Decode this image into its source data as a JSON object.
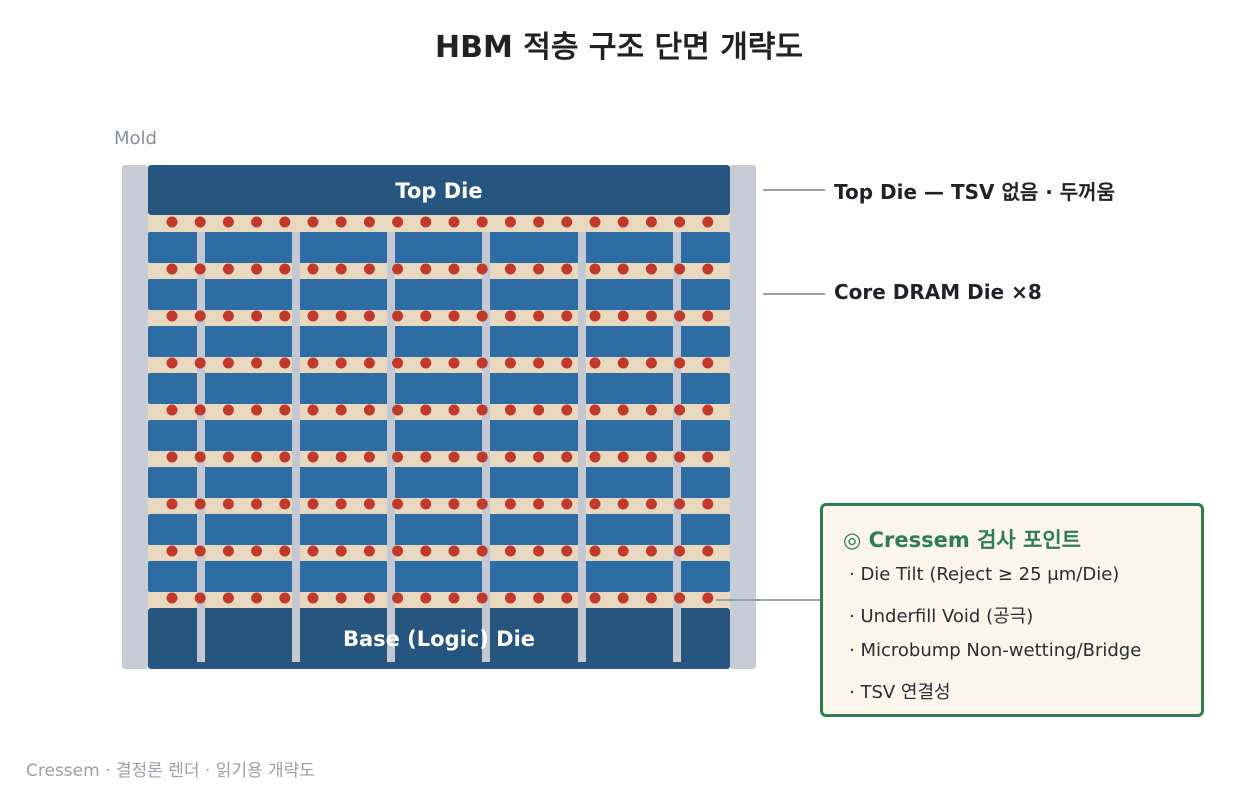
{
  "title": "HBM 적층 구조 단면 개략도",
  "mold_label": "Mold",
  "top_die_label": "Top Die",
  "base_die_label": "Base (Logic) Die",
  "callouts": {
    "top": "Top Die — TSV 없음 · 두꺼움",
    "core": "Core DRAM Die ×8"
  },
  "inspection": {
    "title": "◎ Cressem 검사 포인트",
    "items": [
      "· Die Tilt (Reject ≥ 25 μm/Die)",
      "· Underfill Void (공극)",
      "· Microbump Non-wetting/Bridge",
      "· TSV 연결성"
    ]
  },
  "footer": "Cressem · 결정론 렌더 · 읽기용 개략도",
  "structure": {
    "core_die_count": 8,
    "tsv_count": 6,
    "bumps_per_row": 20
  },
  "colors": {
    "top_base_die": "#26567f",
    "core_die": "#2e6da4",
    "underfill": "#e8d8bf",
    "bump": "#c0392b",
    "mold": "#c8ccd4",
    "tsv": "#c3c8d2",
    "accent_green": "#2e7d4f"
  }
}
